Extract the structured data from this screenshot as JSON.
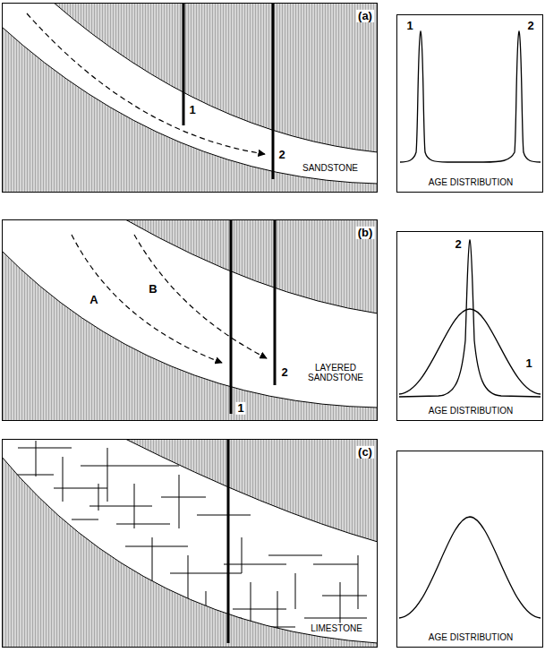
{
  "diagram": {
    "nodes": [
      {
        "text": [
          "(a)",
          "1",
          "2",
          "SANDSTONE"
        ]
      },
      {
        "text": [
          "1",
          "2",
          "AGE DISTRIBUTION"
        ]
      },
      {
        "text": [
          "(b)",
          "A",
          "B",
          "1",
          "2",
          "LAYERED SANDSTONE"
        ]
      },
      {
        "text": [
          "2",
          "1",
          "AGE DISTRIBUTION"
        ]
      },
      {
        "text": [
          "(c)",
          "LIMESTONE"
        ]
      },
      {
        "text": [
          "AGE DISTRIBUTION"
        ]
      }
    ]
  }
}
